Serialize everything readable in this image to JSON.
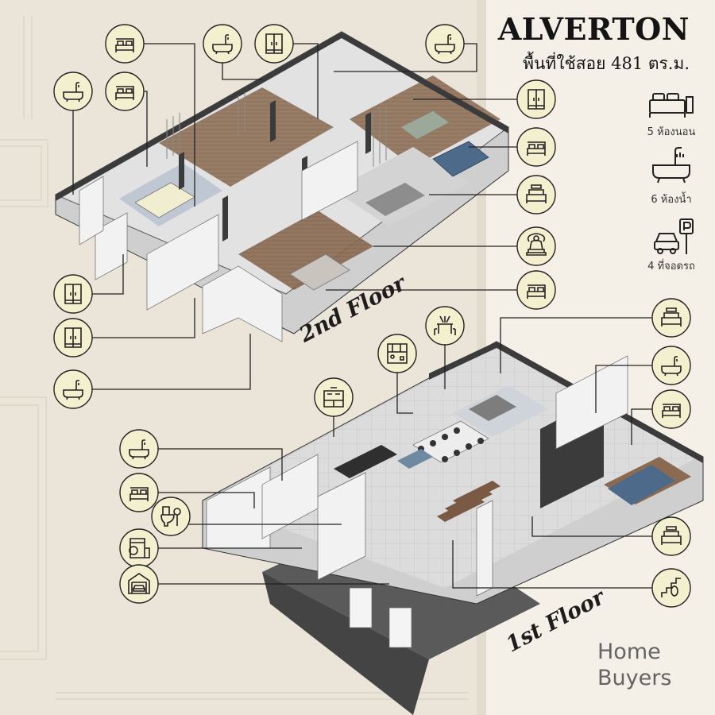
{
  "header": {
    "title": "ALVERTON",
    "subtitle": "พื้นที่ใช้สอย 481 ตร.ม."
  },
  "stats": [
    {
      "icon": "bed-icon",
      "label": "5 ห้องนอน"
    },
    {
      "icon": "bathtub-icon",
      "label": "6 ห้องน้ำ"
    },
    {
      "icon": "car-parking-icon",
      "label": "4 ที่จอดรถ"
    }
  ],
  "floors": {
    "second": "2nd Floor",
    "first": "1st Floor"
  },
  "logo": {
    "line1": "Home",
    "line2": "Buyers"
  },
  "callouts": [
    {
      "icon": "bed-icon"
    },
    {
      "icon": "bathtub-icon"
    },
    {
      "icon": "wardrobe-icon"
    },
    {
      "icon": "bathtub-icon"
    },
    {
      "icon": "bathtub-icon"
    },
    {
      "icon": "bed-icon"
    },
    {
      "icon": "wardrobe-icon"
    },
    {
      "icon": "bed-icon"
    },
    {
      "icon": "sofa-icon"
    },
    {
      "icon": "buddha-shrine-icon"
    },
    {
      "icon": "bed-icon"
    },
    {
      "icon": "wardrobe-icon"
    },
    {
      "icon": "wardrobe-icon"
    },
    {
      "icon": "bathtub-icon"
    },
    {
      "icon": "dining-table-icon"
    },
    {
      "icon": "kitchen-icon"
    },
    {
      "icon": "pantry-icon"
    },
    {
      "icon": "sofa-icon"
    },
    {
      "icon": "bathtub-icon"
    },
    {
      "icon": "bed-icon"
    },
    {
      "icon": "bathtub-icon"
    },
    {
      "icon": "bed-icon"
    },
    {
      "icon": "toilet-icon"
    },
    {
      "icon": "laundry-icon"
    },
    {
      "icon": "garage-icon"
    },
    {
      "icon": "sofa-icon"
    },
    {
      "icon": "stairs-icon"
    }
  ],
  "colors": {
    "background": "#f3efe7",
    "callout_fill": "#f4efcf",
    "line": "#222222",
    "floor_wood": "#8a6a50",
    "wall": "#e6e6e6",
    "garage": "#555555",
    "bed_blue": "#4e6a8a",
    "logo_gray": "#646464"
  }
}
